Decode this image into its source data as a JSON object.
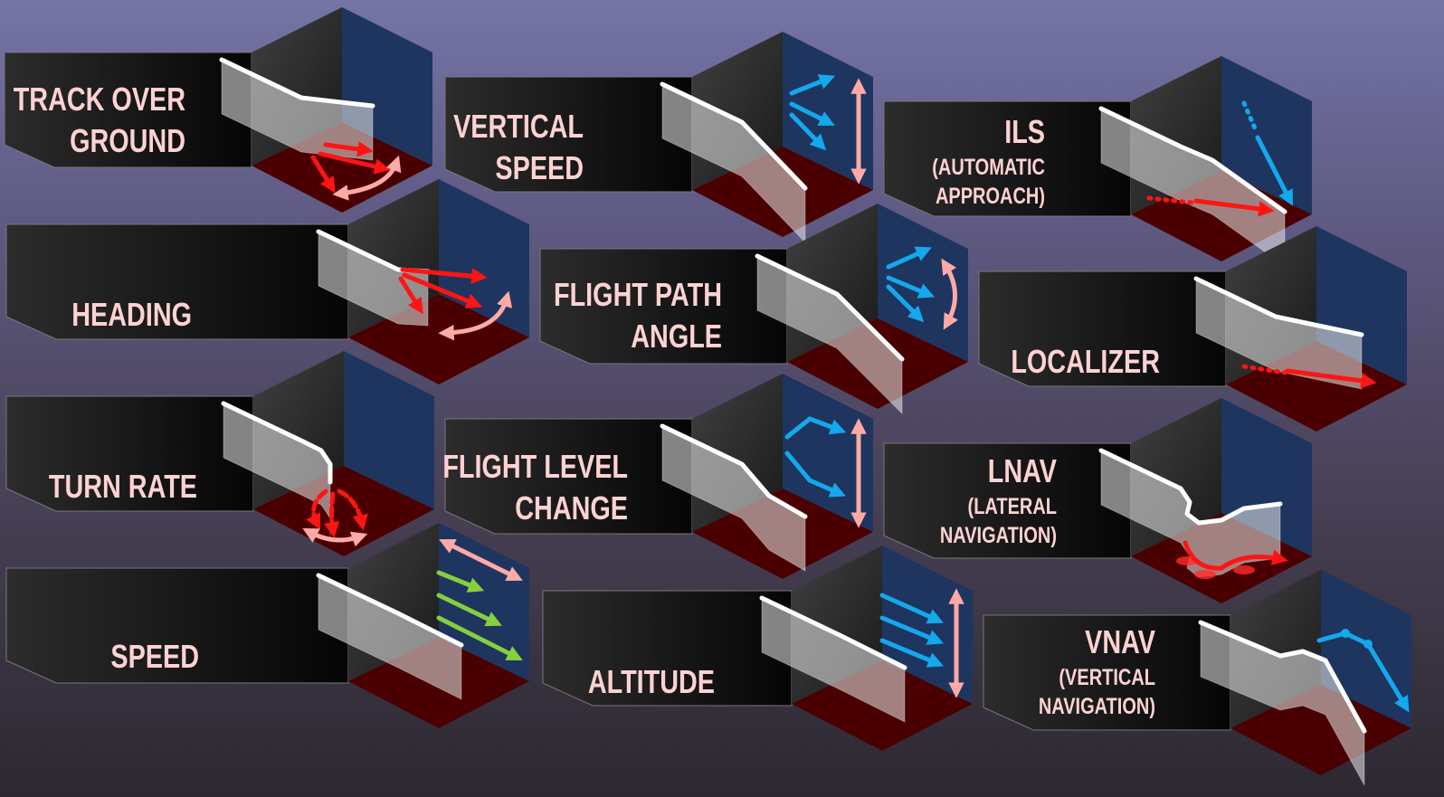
{
  "title": "Autopilot modes",
  "modes": {
    "track_over_ground": {
      "line1": "TRACK OVER",
      "line2": "GROUND"
    },
    "vertical_speed": {
      "line1": "VERTICAL",
      "line2": "SPEED"
    },
    "ils": {
      "line1": "ILS",
      "line2": "(AUTOMATIC",
      "line3": "APPROACH)"
    },
    "heading": {
      "line1": "HEADING"
    },
    "flight_path_angle": {
      "line1": "FLIGHT PATH",
      "line2": "ANGLE"
    },
    "localizer": {
      "line1": "LOCALIZER"
    },
    "turn_rate": {
      "line1": "TURN RATE"
    },
    "flight_level_change": {
      "line1": "FLIGHT LEVEL",
      "line2": "CHANGE"
    },
    "lnav": {
      "line1": "LNAV",
      "line2": "(LATERAL",
      "line3": "NAVIGATION)"
    },
    "speed": {
      "line1": "SPEED"
    },
    "altitude": {
      "line1": "ALTITUDE"
    },
    "vnav": {
      "line1": "VNAV",
      "line2": "(VERTICAL",
      "line3": "NAVIGATION)"
    }
  },
  "colors": {
    "label_text": "#ffd2d2",
    "lateral_arrow": "#ff1414",
    "vertical_arrow": "#14a8ec",
    "range_arrow": "#ffaaa6",
    "speed_arrow": "#86cf3e",
    "back_wall": "#1e3560",
    "floor": "#4a0000"
  }
}
